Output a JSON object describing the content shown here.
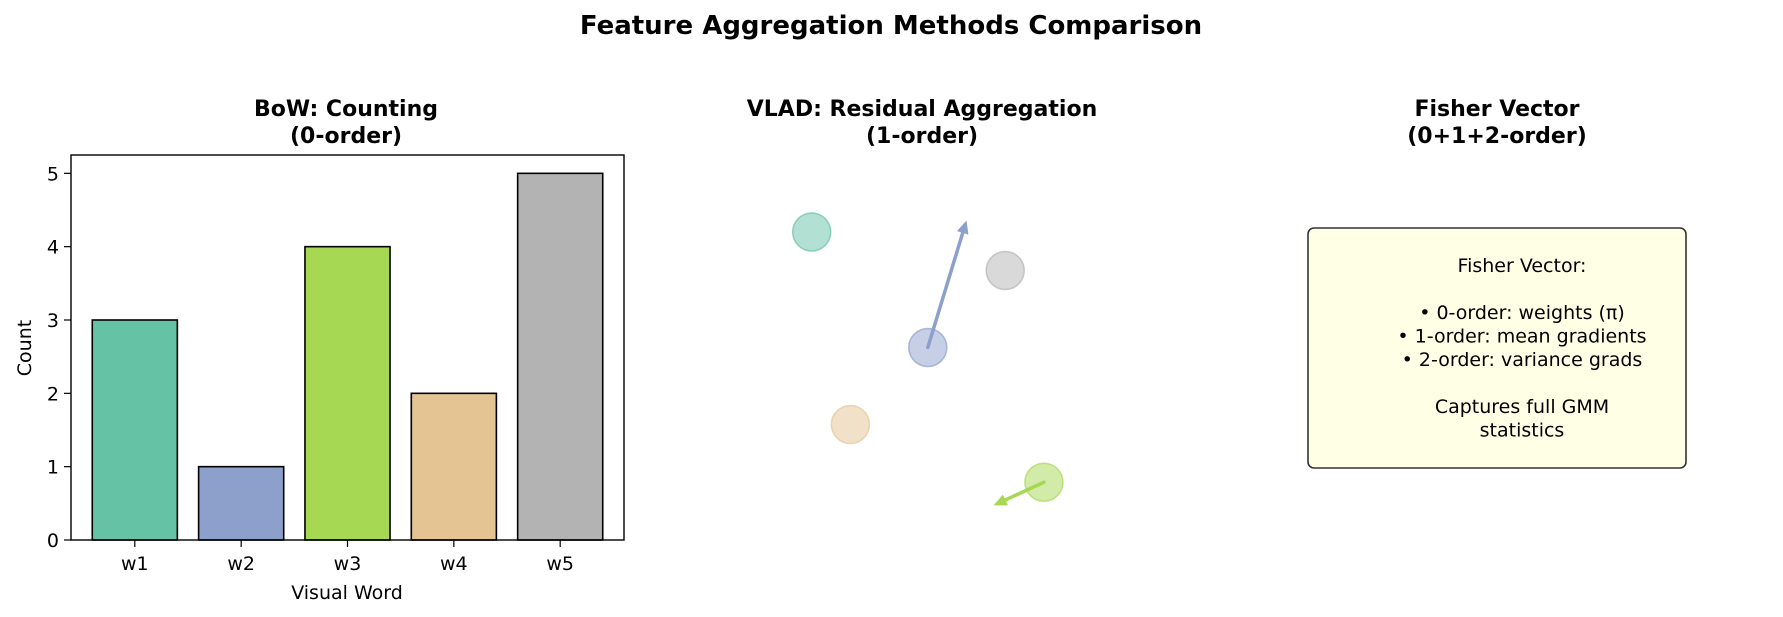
{
  "figure": {
    "title": "Feature Aggregation Methods Comparison"
  },
  "chart_data": [
    {
      "type": "bar",
      "title": "BoW: Counting\n(0-order)",
      "xlabel": "Visual Word",
      "ylabel": "Count",
      "categories": [
        "w1",
        "w2",
        "w3",
        "w4",
        "w5"
      ],
      "values": [
        3,
        1,
        4,
        2,
        5
      ],
      "colors": [
        "#66c2a5",
        "#8da0cb",
        "#a6d854",
        "#e5c494",
        "#b3b3b3"
      ],
      "ylim": [
        0,
        5.25
      ],
      "yticks": [
        0,
        1,
        2,
        3,
        4,
        5
      ],
      "grid": false,
      "legend": "none"
    },
    {
      "type": "scatter",
      "title": "VLAD: Residual Aggregation\n(1-order)",
      "xlim": [
        0,
        1
      ],
      "ylim": [
        0,
        1
      ],
      "axis": "off",
      "clusters": [
        {
          "x": 0.1,
          "y": 0.8,
          "color": "#66c2a5"
        },
        {
          "x": 0.4,
          "y": 0.5,
          "color": "#8da0cb"
        },
        {
          "x": 0.6,
          "y": 0.7,
          "color": "#b3b3b3"
        },
        {
          "x": 0.2,
          "y": 0.3,
          "color": "#e5c494"
        },
        {
          "x": 0.7,
          "y": 0.15,
          "color": "#a6d854"
        }
      ],
      "residuals": [
        {
          "x": 0.4,
          "y": 0.5,
          "dx": 0.1,
          "dy": 0.33,
          "color": "#8da0cb"
        },
        {
          "x": 0.7,
          "y": 0.15,
          "dx": -0.13,
          "dy": -0.06,
          "color": "#a6d854"
        }
      ]
    },
    {
      "type": "text",
      "title": "Fisher Vector\n(0+1+2-order)",
      "box_color": "#ffffe6",
      "box_lines": [
        "Fisher Vector:",
        "",
        "• 0-order: weights (π)",
        "• 1-order: mean gradients",
        "• 2-order: variance grads",
        "",
        "Captures full GMM",
        "statistics"
      ]
    }
  ]
}
